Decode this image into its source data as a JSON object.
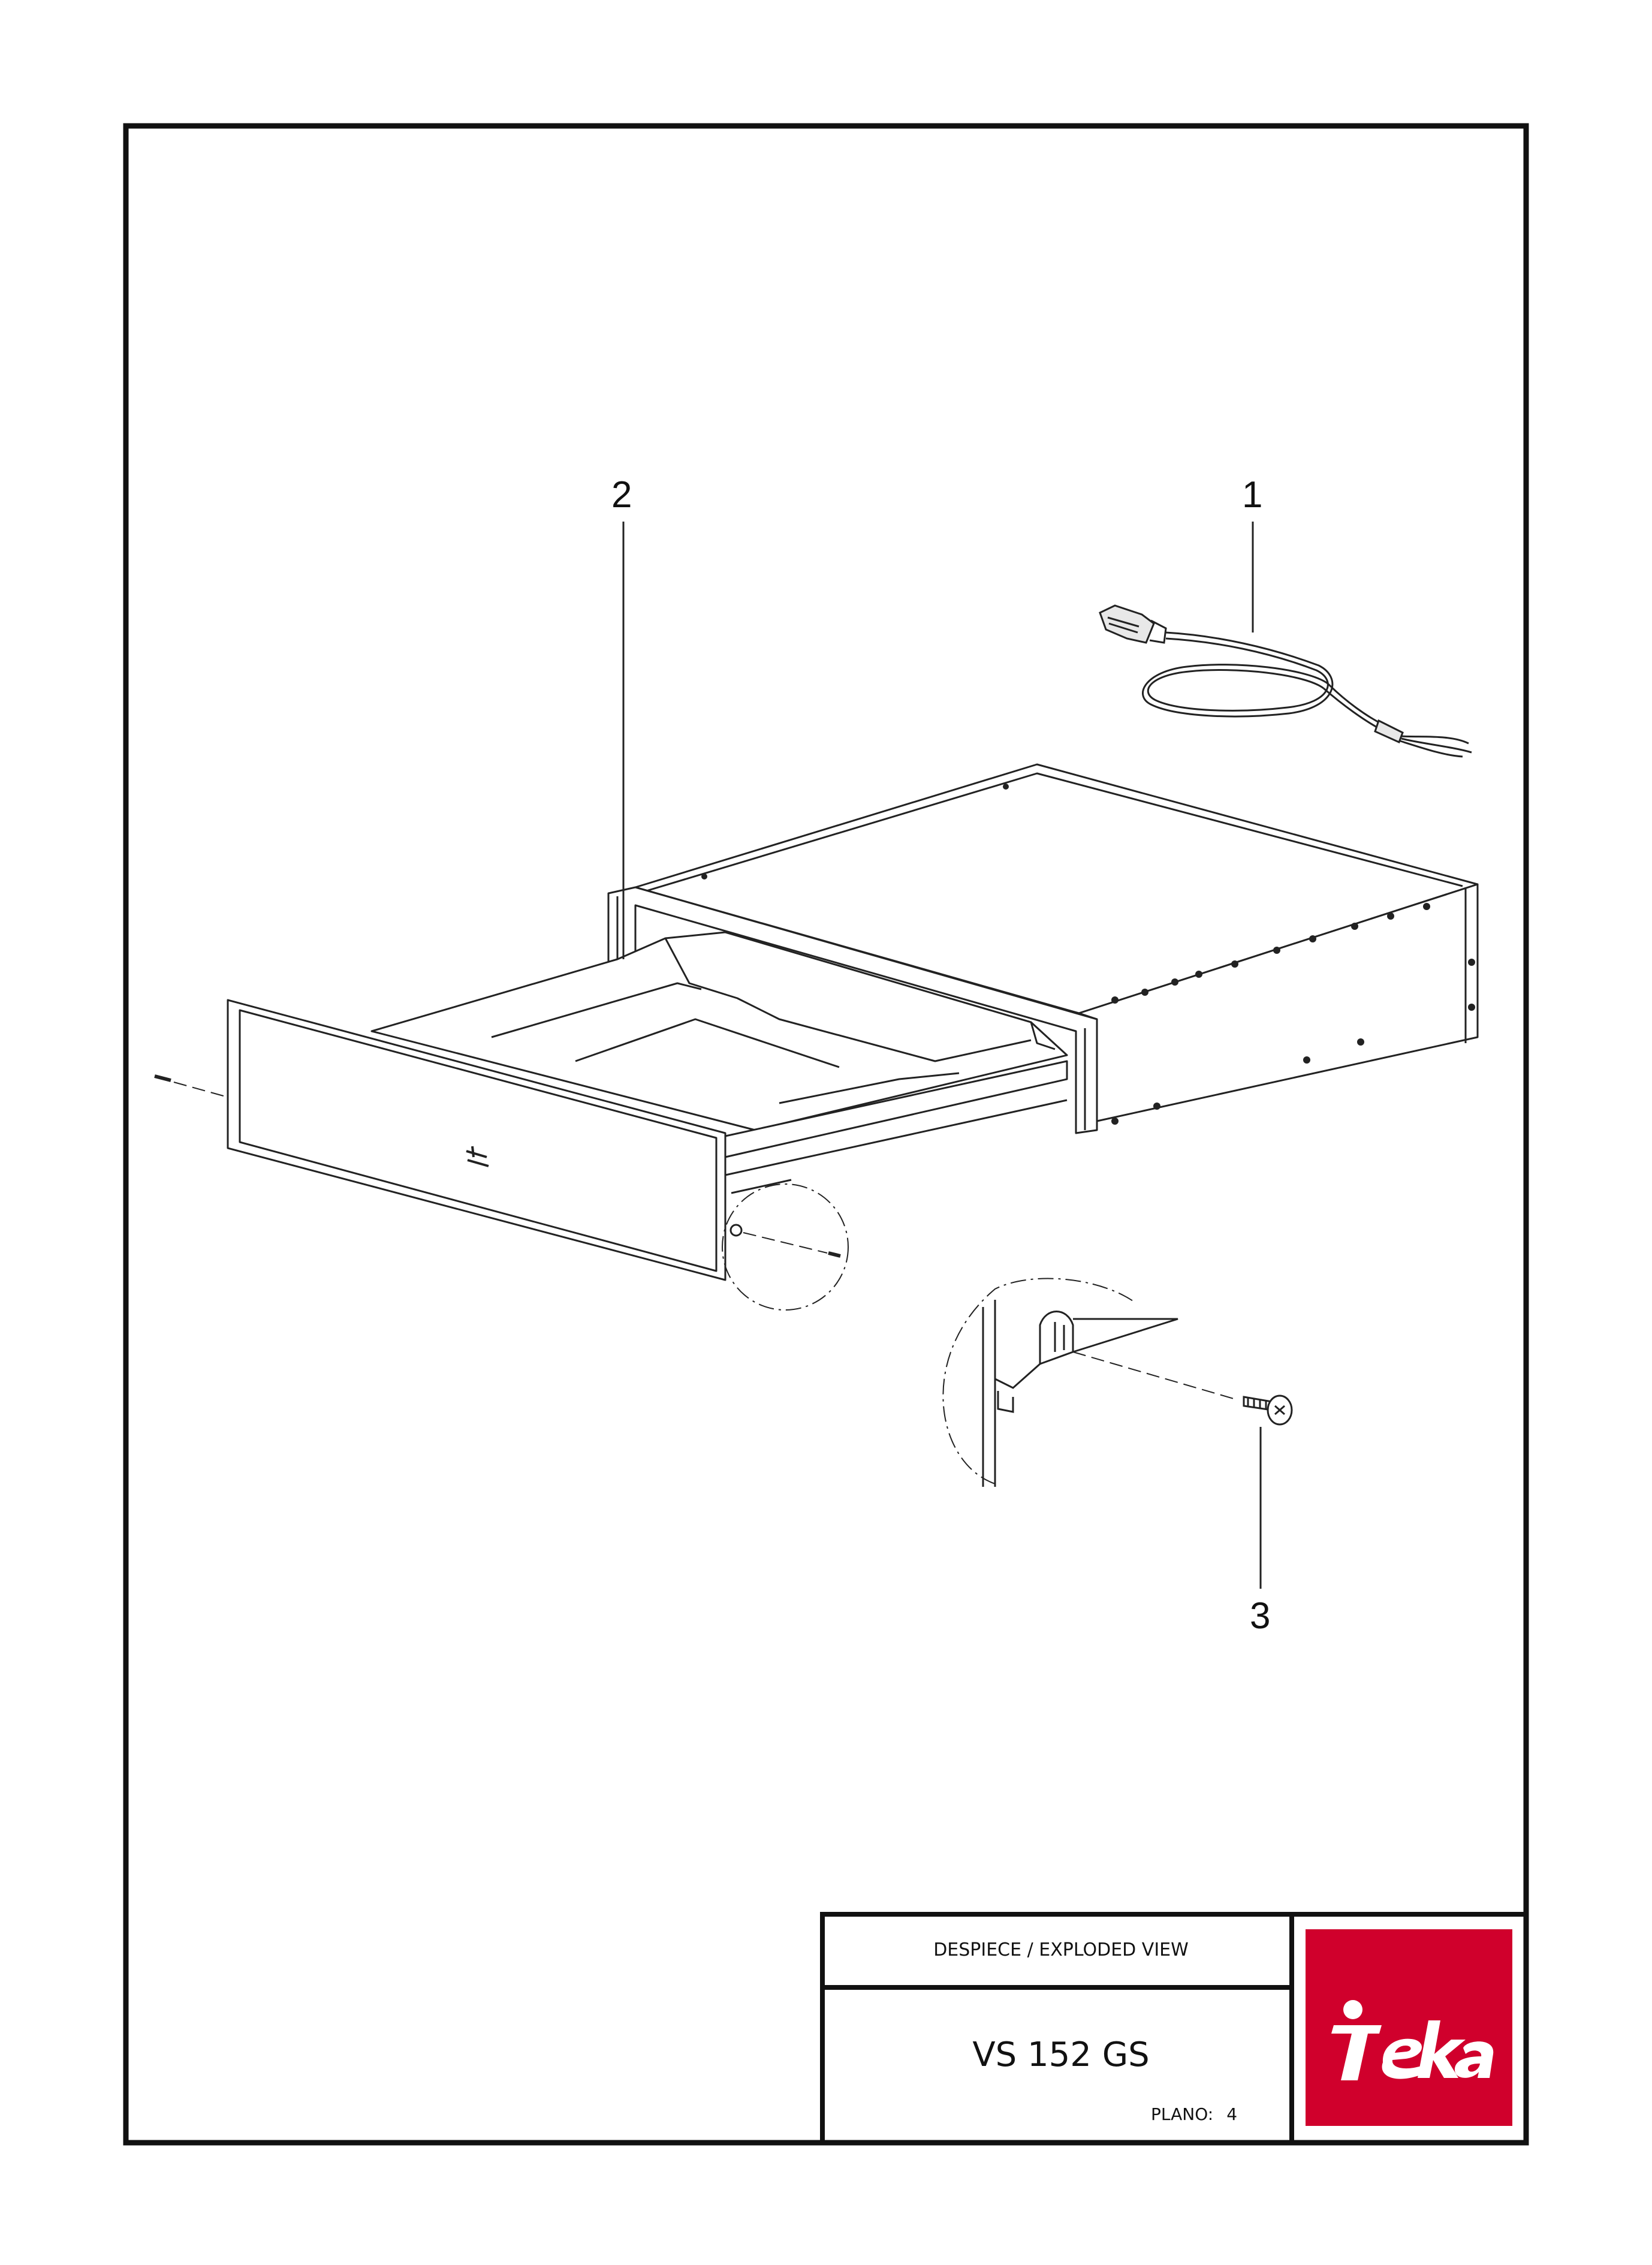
{
  "callouts": [
    {
      "id": "1",
      "label": "1"
    },
    {
      "id": "2",
      "label": "2"
    },
    {
      "id": "3",
      "label": "3"
    }
  ],
  "title_block": {
    "title": "DESPIECE / EXPLODED VIEW",
    "model": "VS 152 GS",
    "plano_label": "PLANO:",
    "plano_number": "4"
  },
  "brand": {
    "name": "Teka",
    "color": "#D0002C"
  }
}
